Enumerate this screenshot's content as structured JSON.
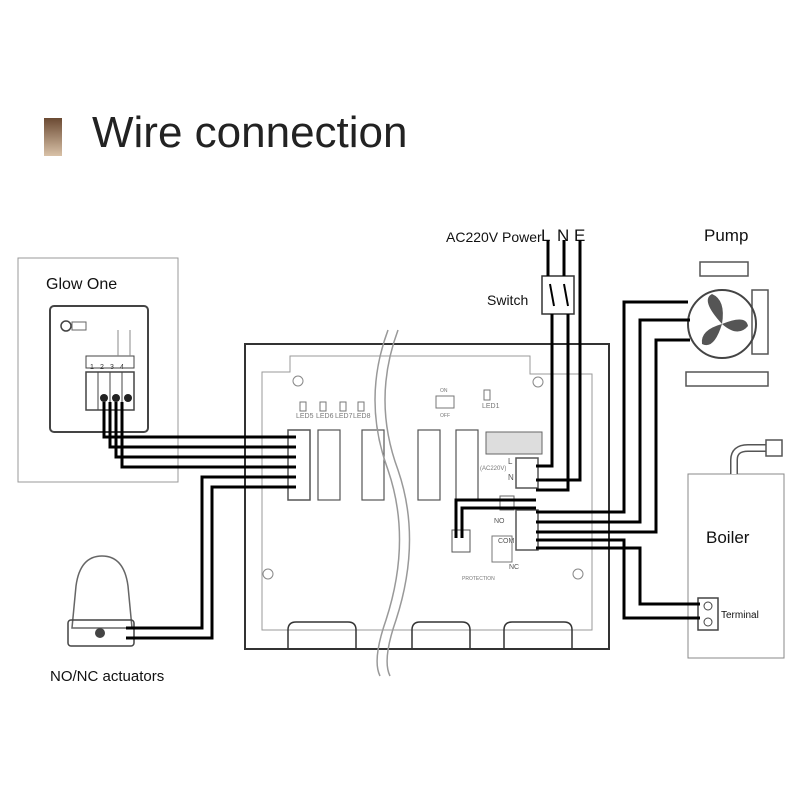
{
  "title": "Wire connection",
  "colors": {
    "title_bar_top": "#6b4a33",
    "title_bar_bottom": "#d9c2a8",
    "wire": "#000000",
    "outline": "#444444",
    "light": "#888888"
  },
  "labels": {
    "glow_one": "Glow One",
    "actuators": "NO/NC actuators",
    "power": "AC220V Power",
    "power_L": "L",
    "power_N": "N",
    "power_E": "E",
    "switch": "Switch",
    "pump": "Pump",
    "boiler": "Boiler",
    "terminal": "Terminal"
  },
  "board": {
    "leds": [
      "LED5",
      "LED6",
      "LED7",
      "LED8"
    ],
    "led1": "LED1",
    "ac_label": "(AC220V)",
    "L": "L",
    "N": "N",
    "no": "NO",
    "com": "COM",
    "nc": "NC",
    "protection": "PROTECTION",
    "dip_on": "ON",
    "dip_off": "OFF"
  },
  "thermostat_terminals": [
    "1",
    "2",
    "3",
    "4"
  ]
}
